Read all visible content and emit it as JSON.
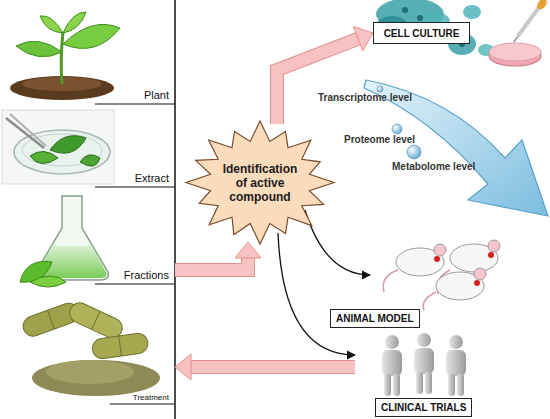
{
  "diagram": {
    "nodes": [
      {
        "text": [
          "Plant"
        ]
      },
      {
        "text": [
          "Extract"
        ]
      },
      {
        "text": [
          "Fractions"
        ]
      },
      {
        "text": [
          "Treatment"
        ]
      },
      {
        "text": [
          "Identification of active compound"
        ]
      },
      {
        "text": [
          "CELL CULTURE"
        ]
      },
      {
        "text": [
          "ANIMAL MODEL"
        ]
      },
      {
        "text": [
          "CLINICAL TRIALS"
        ]
      }
    ],
    "edges": [
      {
        "from": 2,
        "to": 4,
        "arrow": "to"
      },
      {
        "from": 4,
        "to": 5,
        "arrow": "to"
      },
      {
        "from": 4,
        "to": 6,
        "arrow": "to"
      },
      {
        "from": 4,
        "to": 7,
        "arrow": "to"
      },
      {
        "from": 7,
        "to": 3,
        "arrow": "to"
      }
    ],
    "labels": [
      "Transcriptome level",
      "Proteome level",
      "Metabolome level"
    ]
  }
}
